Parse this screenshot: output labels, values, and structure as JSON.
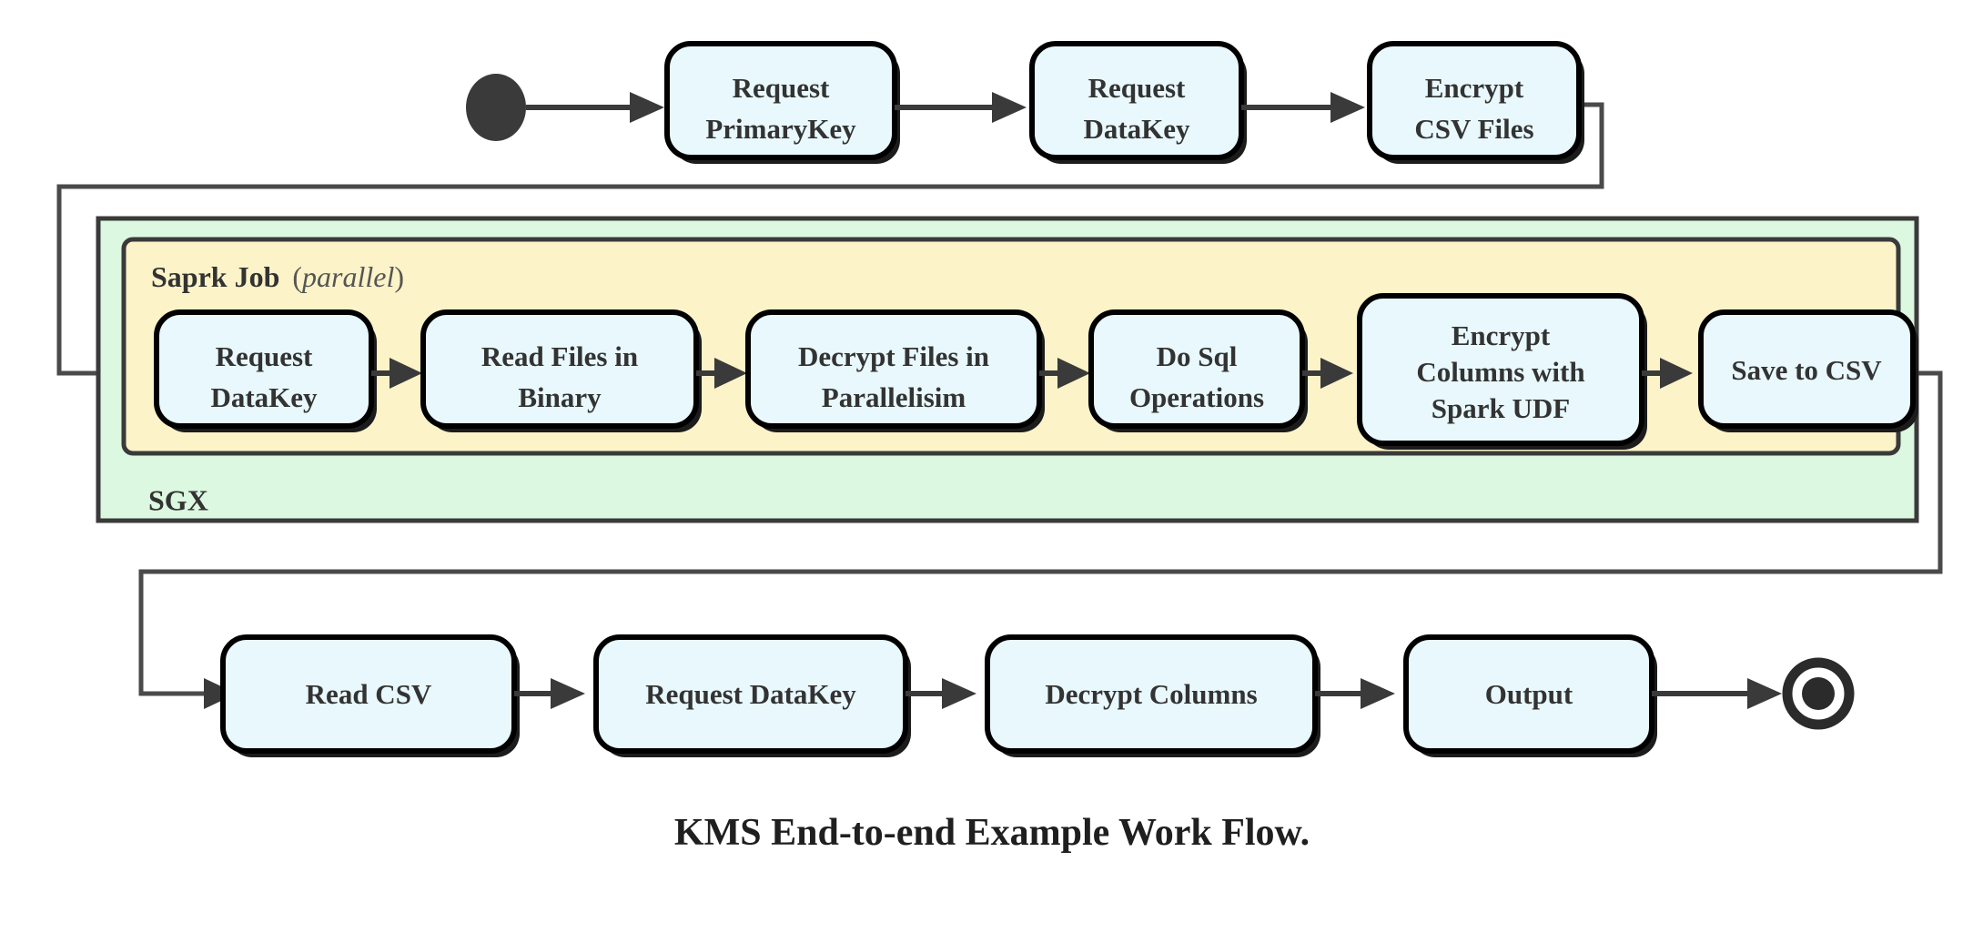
{
  "diagram": {
    "caption": "KMS End-to-end Example Work Flow.",
    "colors": {
      "node_fill": "#e8f8fc",
      "node_stroke": "#000000",
      "sgx_fill": "#dcf8e0",
      "spark_fill": "#fcf3c8",
      "container_stroke": "#3a3a3a",
      "edge": "#3a3a3a",
      "text": "#333333"
    },
    "start_node": {
      "name": "start"
    },
    "end_node": {
      "name": "end"
    },
    "containers": [
      {
        "id": "sgx",
        "label": "SGX",
        "label_position": "bottom-left",
        "fill": "#dcf8e0"
      },
      {
        "id": "spark-job",
        "label": "Saprk Job",
        "label_suffix_open": "(",
        "label_suffix_italic": "parallel",
        "label_suffix_close": ")",
        "label_position": "top-left",
        "fill": "#fcf3c8"
      }
    ],
    "rows": [
      {
        "id": "row-top",
        "nodes": [
          {
            "id": "request-primarykey",
            "lines": [
              "Request",
              "PrimaryKey"
            ]
          },
          {
            "id": "request-datakey-top",
            "lines": [
              "Request",
              "DataKey"
            ]
          },
          {
            "id": "encrypt-csv-files",
            "lines": [
              "Encrypt",
              "CSV Files"
            ]
          }
        ]
      },
      {
        "id": "row-spark",
        "nodes": [
          {
            "id": "request-datakey-spark",
            "lines": [
              "Request",
              "DataKey"
            ]
          },
          {
            "id": "read-files-in-binary",
            "lines": [
              "Read Files in",
              "Binary"
            ]
          },
          {
            "id": "decrypt-files-in-parallelisim",
            "lines": [
              "Decrypt Files in",
              "Parallelisim"
            ]
          },
          {
            "id": "do-sql-operations",
            "lines": [
              "Do Sql",
              "Operations"
            ]
          },
          {
            "id": "encrypt-columns-with-spark-udf",
            "lines": [
              "Encrypt",
              "Columns with",
              "Spark UDF"
            ]
          },
          {
            "id": "save-to-csv",
            "lines": [
              "Save to CSV"
            ]
          }
        ]
      },
      {
        "id": "row-bottom",
        "nodes": [
          {
            "id": "read-csv",
            "lines": [
              "Read CSV"
            ]
          },
          {
            "id": "request-datakey-bottom",
            "lines": [
              "Request DataKey"
            ]
          },
          {
            "id": "decrypt-columns",
            "lines": [
              "Decrypt Columns"
            ]
          },
          {
            "id": "output",
            "lines": [
              "Output"
            ]
          }
        ]
      }
    ],
    "edges": [
      {
        "from": "start",
        "to": "request-primarykey",
        "type": "straight"
      },
      {
        "from": "request-primarykey",
        "to": "request-datakey-top",
        "type": "straight"
      },
      {
        "from": "request-datakey-top",
        "to": "encrypt-csv-files",
        "type": "straight"
      },
      {
        "from": "encrypt-csv-files",
        "to": "request-datakey-spark",
        "type": "routed"
      },
      {
        "from": "request-datakey-spark",
        "to": "read-files-in-binary",
        "type": "straight"
      },
      {
        "from": "read-files-in-binary",
        "to": "decrypt-files-in-parallelisim",
        "type": "straight"
      },
      {
        "from": "decrypt-files-in-parallelisim",
        "to": "do-sql-operations",
        "type": "straight"
      },
      {
        "from": "do-sql-operations",
        "to": "encrypt-columns-with-spark-udf",
        "type": "straight"
      },
      {
        "from": "encrypt-columns-with-spark-udf",
        "to": "save-to-csv",
        "type": "straight"
      },
      {
        "from": "save-to-csv",
        "to": "read-csv",
        "type": "routed"
      },
      {
        "from": "read-csv",
        "to": "request-datakey-bottom",
        "type": "straight"
      },
      {
        "from": "request-datakey-bottom",
        "to": "decrypt-columns",
        "type": "straight"
      },
      {
        "from": "decrypt-columns",
        "to": "output",
        "type": "straight"
      },
      {
        "from": "output",
        "to": "end",
        "type": "straight"
      }
    ]
  }
}
